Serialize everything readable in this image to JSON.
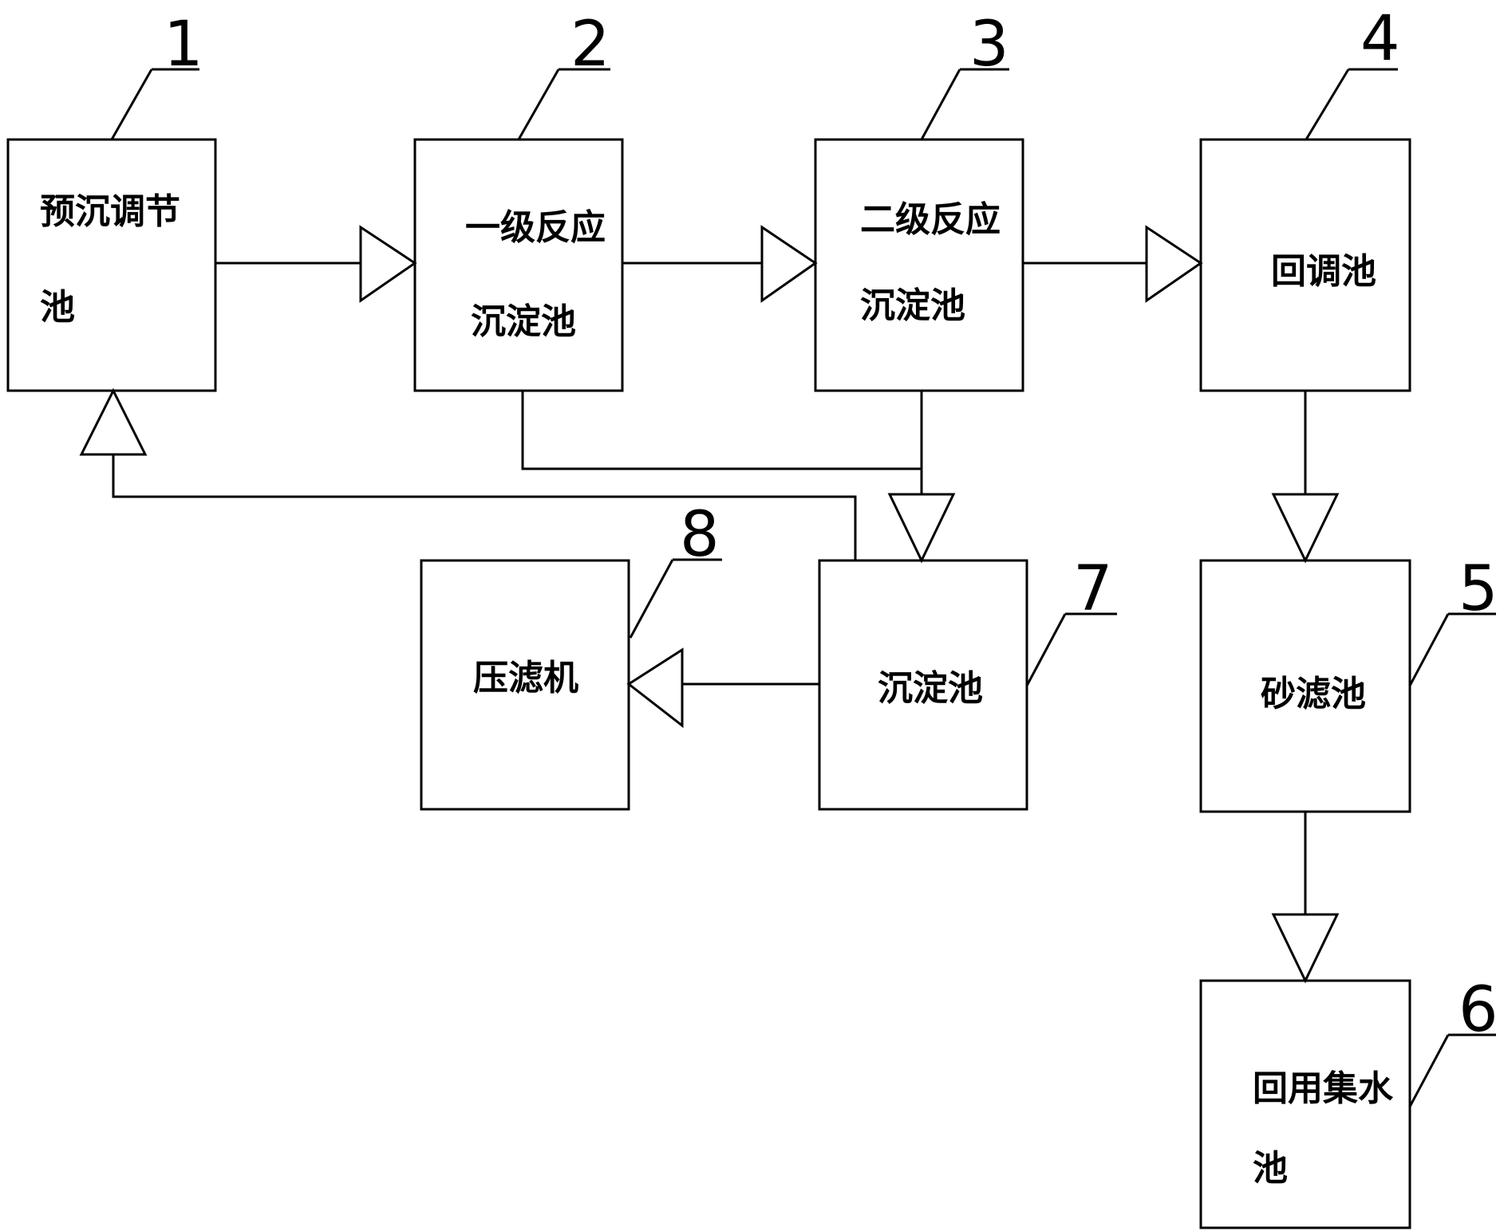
{
  "boxes": [
    {
      "id": "1",
      "lines": [
        "预沉调节",
        "池"
      ]
    },
    {
      "id": "2",
      "lines": [
        "一级反应",
        "沉淀池"
      ]
    },
    {
      "id": "3",
      "lines": [
        "二级反应",
        "沉淀池"
      ]
    },
    {
      "id": "4",
      "lines": [
        "回调池"
      ]
    },
    {
      "id": "5",
      "lines": [
        "砂滤池"
      ]
    },
    {
      "id": "6",
      "lines": [
        "回用集水",
        "池"
      ]
    },
    {
      "id": "7",
      "lines": [
        "沉淀池"
      ]
    },
    {
      "id": "8",
      "lines": [
        "压滤机"
      ]
    }
  ]
}
